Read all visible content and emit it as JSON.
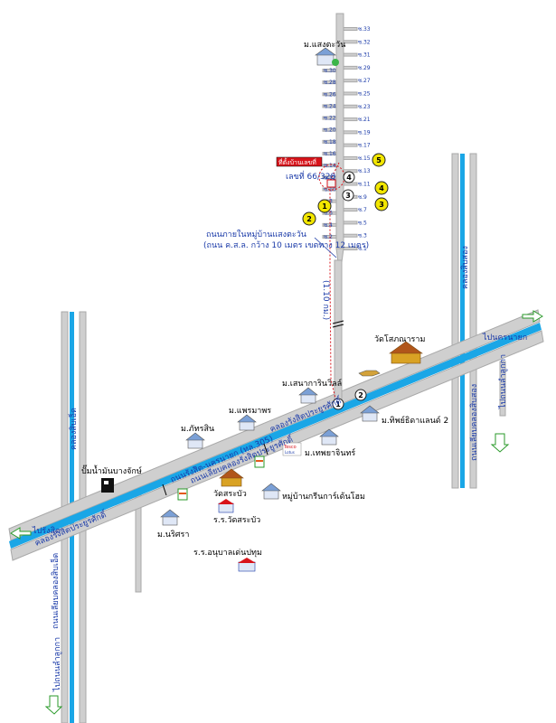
{
  "map": {
    "village_name": "ม.แสงตะวัน",
    "house_label": "ที่ตั้งบ้านเลขที่",
    "house_number": "เลขที่ 66/328",
    "inner_road_title": "ถนนภายในหมู่บ้านแสงตะวัน",
    "inner_road_spec": "(ถนน ค.ส.ล. กว้าง 10 เมตร เขตทาง 12 เมตร)",
    "distance_label": "(1.10 กม.)",
    "main_road_label": "ถนนรังสิต-นครนายก (ทล.305)",
    "canal_north_label": "คลองรังสิตประยูรศักดิ์",
    "canal_south_label": "ถนนเลียบคลองรังสิตประยูรศักดิ์",
    "canal_upper_label": "คลองรังสิตประยูรศักดิ์",
    "left_canal_label": "คลองสิบเอ็ด",
    "left_road_label": "ถนนเลียบคลองสิบเอ็ด",
    "right_canal_label": "คลองสิบสอง",
    "right_road_label": "ถนนเลียบคลองสิบสอง",
    "dir_rangsit": "ไปรังสิต",
    "dir_nakhon_nayok": "ไปนครนายก",
    "dir_lamlukka_right": "ไปถนนลำลูกกา",
    "dir_lamlukka_left": "ไปถนนลำลูกกา",
    "landmarks": {
      "wat_sophana": "วัดโสภณาราม",
      "senarin": "ม.เสนาการินวิลล์",
      "phraemaporn": "ม.แพรมาพร",
      "phatsin": "ม.ภัทรสิน",
      "thipsaeng": "ม.ทิพย์ธิดาแลนด์ 2",
      "thepcharin": "ม.เทพยาจินทร์",
      "gas_station": "ปั๊มน้ำมันบางจักษ์",
      "wat_sabua": "วัดสระบัว",
      "school_wat_sabua": "ร.ร.วัดสระบัว",
      "green_home": "หมู่บ้านกรีนการ์เด้นโฮม",
      "naritsara": "ม.นริศรา",
      "kindergarten": "ร.ร.อนุบาลเด่นปทุม",
      "tesco": "Tesco",
      "tesco_sub": "Lotus"
    },
    "markers": [
      "1",
      "2",
      "3",
      "4",
      "5"
    ],
    "soi_left": [
      "ซ.30",
      "ซ.28",
      "ซ.26",
      "ซ.24",
      "ซ.22",
      "ซ.20",
      "ซ.18",
      "ซ.16",
      "ซ.14",
      "ซ.12",
      "ซ.10",
      "ซ.8",
      "ซ.6",
      "ซ.4",
      "ซ.2"
    ],
    "soi_right": [
      "ซ.33",
      "ซ.32",
      "ซ.31",
      "ซ.29",
      "ซ.27",
      "ซ.25",
      "ซ.23",
      "ซ.21",
      "ซ.19",
      "ซ.17",
      "ซ.15",
      "ซ.13",
      "ซ.11",
      "ซ.9",
      "ซ.7",
      "ซ.5",
      "ซ.3",
      "ซ.1"
    ]
  },
  "colors": {
    "road": "#cfcfcf",
    "canal": "#1aa6e6",
    "marker": "#f2e600",
    "house_box": "#d8141b",
    "label_blue": "#1a3aa8",
    "arrow_green": "#2a9a2a"
  }
}
